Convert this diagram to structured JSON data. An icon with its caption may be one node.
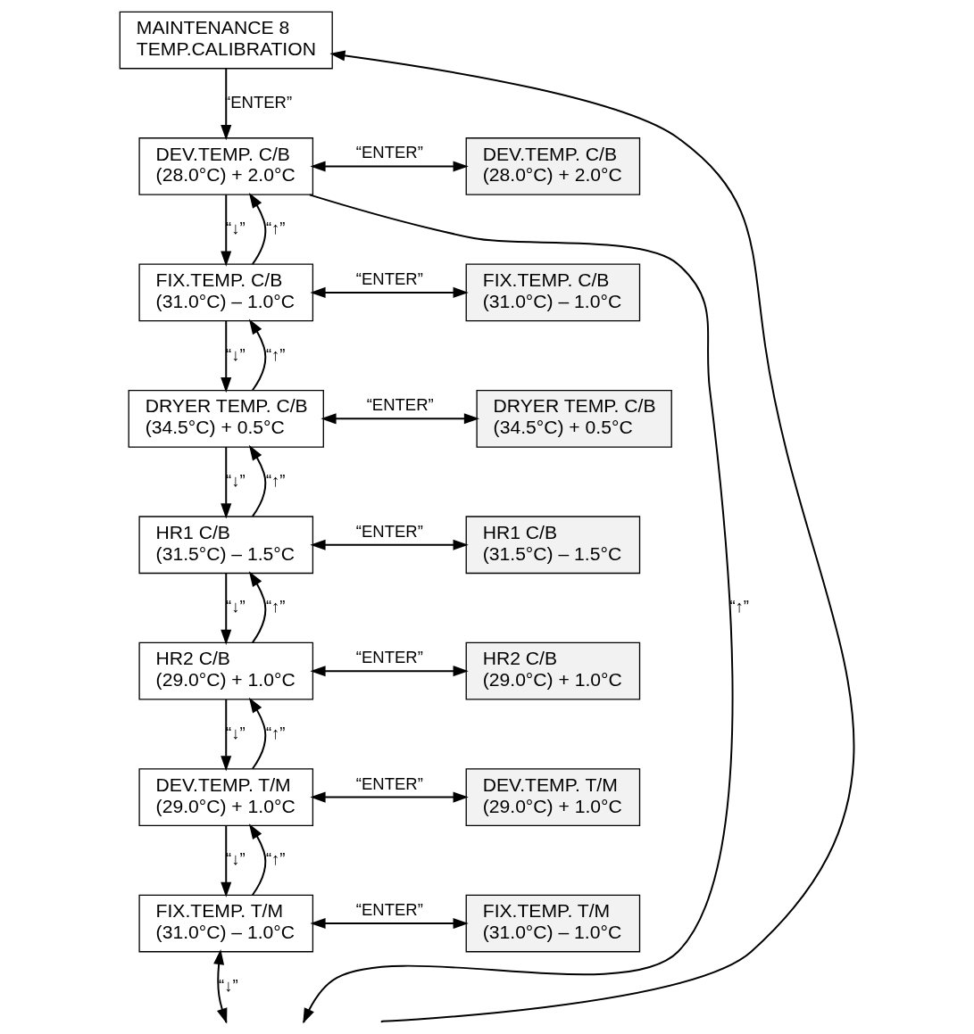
{
  "diagram": {
    "nodes": [
      {
        "text": [
          "MAINTENANCE 8",
          "TEMP.CALIBRATION"
        ]
      },
      {
        "text": [
          "DEV.TEMP. C/B",
          "(28.0°C) + 2.0°C"
        ]
      },
      {
        "text": [
          "DEV.TEMP. C/B",
          "(28.0°C) + 2.0°C"
        ]
      },
      {
        "text": [
          "FIX.TEMP. C/B",
          "(31.0°C) – 1.0°C"
        ]
      },
      {
        "text": [
          "FIX.TEMP. C/B",
          "(31.0°C) – 1.0°C"
        ]
      },
      {
        "text": [
          "DRYER TEMP. C/B",
          "(34.5°C) + 0.5°C"
        ]
      },
      {
        "text": [
          "DRYER TEMP. C/B",
          "(34.5°C) + 0.5°C"
        ]
      },
      {
        "text": [
          "HR1 C/B",
          "(31.5°C) – 1.5°C"
        ]
      },
      {
        "text": [
          "HR1 C/B",
          "(31.5°C) – 1.5°C"
        ]
      },
      {
        "text": [
          "HR2 C/B",
          "(29.0°C) + 1.0°C"
        ]
      },
      {
        "text": [
          "HR2 C/B",
          "(29.0°C) + 1.0°C"
        ]
      },
      {
        "text": [
          "DEV.TEMP. T/M",
          "(29.0°C) + 1.0°C"
        ]
      },
      {
        "text": [
          "DEV.TEMP. T/M",
          "(29.0°C) + 1.0°C"
        ]
      },
      {
        "text": [
          "FIX.TEMP. T/M",
          "(31.0°C) – 1.0°C"
        ]
      },
      {
        "text": [
          "FIX.TEMP. T/M",
          "(31.0°C) – 1.0°C"
        ]
      }
    ],
    "edges": [
      {
        "from": null,
        "to": 0,
        "arrow": "to"
      },
      {
        "from": 0,
        "to": 1,
        "arrow": "to",
        "label": "“ENTER”"
      },
      {
        "from": 1,
        "to": null,
        "arrow": "to",
        "label": "“↑”"
      },
      {
        "from": 1,
        "to": 2,
        "arrow": "both",
        "label": "“ENTER”"
      },
      {
        "from": 1,
        "to": 3,
        "arrow": "to",
        "label": "“↓”"
      },
      {
        "from": 3,
        "to": 1,
        "arrow": "to",
        "label": "“↑”"
      },
      {
        "from": 3,
        "to": 4,
        "arrow": "both",
        "label": "“ENTER”"
      },
      {
        "from": 3,
        "to": 5,
        "arrow": "to",
        "label": "“↓”"
      },
      {
        "from": 5,
        "to": 3,
        "arrow": "to",
        "label": "“↑”"
      },
      {
        "from": 5,
        "to": 6,
        "arrow": "both",
        "label": "“ENTER”"
      },
      {
        "from": 5,
        "to": 7,
        "arrow": "to",
        "label": "“↓”"
      },
      {
        "from": 7,
        "to": 5,
        "arrow": "to",
        "label": "“↑”"
      },
      {
        "from": 7,
        "to": 8,
        "arrow": "both",
        "label": "“ENTER”"
      },
      {
        "from": 7,
        "to": 9,
        "arrow": "to",
        "label": "“↓”"
      },
      {
        "from": 9,
        "to": 7,
        "arrow": "to",
        "label": "“↑”"
      },
      {
        "from": 9,
        "to": 10,
        "arrow": "both",
        "label": "“ENTER”"
      },
      {
        "from": 9,
        "to": 11,
        "arrow": "to",
        "label": "“↓”"
      },
      {
        "from": 11,
        "to": 9,
        "arrow": "to",
        "label": "“↑”"
      },
      {
        "from": 11,
        "to": 12,
        "arrow": "both",
        "label": "“ENTER”"
      },
      {
        "from": 11,
        "to": 13,
        "arrow": "to",
        "label": "“↓”"
      },
      {
        "from": 13,
        "to": 11,
        "arrow": "to",
        "label": "“↑”"
      },
      {
        "from": 13,
        "to": 14,
        "arrow": "both",
        "label": "“ENTER”"
      },
      {
        "from": 13,
        "to": null,
        "arrow": "both",
        "label": "“↓”"
      }
    ]
  }
}
